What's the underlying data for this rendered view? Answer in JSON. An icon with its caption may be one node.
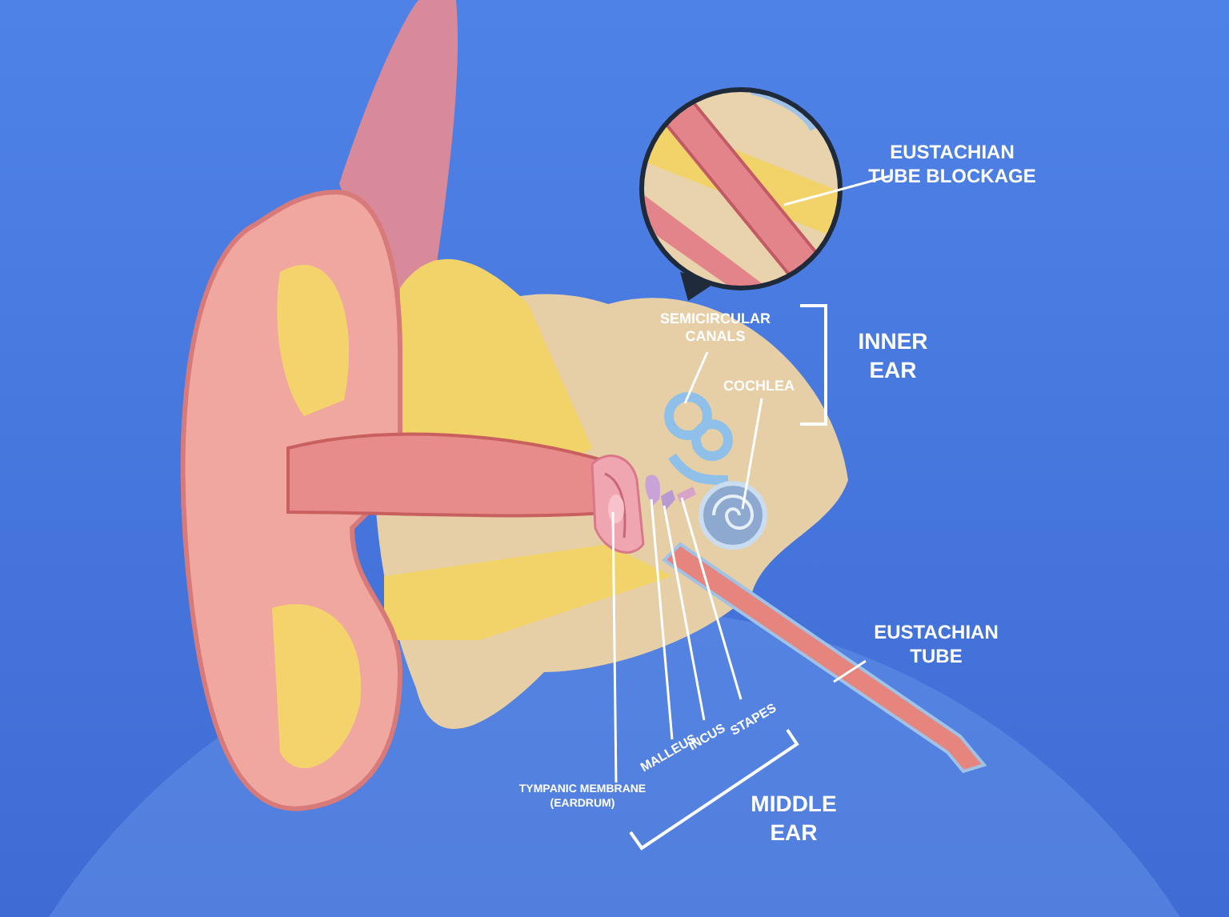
{
  "diagram": {
    "nodes": [
      {
        "text": [
          "EUSTACHIAN TUBE BLOCKAGE"
        ]
      },
      {
        "text": [
          "SEMICIRCULAR CANALS"
        ]
      },
      {
        "text": [
          "COCHLEA"
        ]
      },
      {
        "text": [
          "TYMPANIC MEMBRANE (EARDRUM)"
        ]
      },
      {
        "text": [
          "MALLEUS"
        ]
      },
      {
        "text": [
          "INCUS"
        ]
      },
      {
        "text": [
          "STAPES"
        ]
      },
      {
        "text": [
          "EUSTACHIAN TUBE"
        ]
      },
      {
        "text": [],
        "shape": "picture"
      },
      {
        "text": [],
        "shape": "picture"
      },
      {
        "text": [],
        "shape": "picture"
      },
      {
        "text": [],
        "shape": "picture"
      },
      {
        "text": [],
        "shape": "picture"
      },
      {
        "text": [],
        "shape": "picture"
      },
      {
        "text": [],
        "shape": "picture"
      },
      {
        "text": [],
        "shape": "picture"
      }
    ],
    "edges": [
      {
        "from": 0,
        "to": 8,
        "arrow": "none"
      },
      {
        "from": 1,
        "to": 9,
        "arrow": "none"
      },
      {
        "from": 2,
        "to": 10,
        "arrow": "none"
      },
      {
        "from": 3,
        "to": 11,
        "arrow": "none"
      },
      {
        "from": 4,
        "to": 12,
        "arrow": "none"
      },
      {
        "from": 5,
        "to": 13,
        "arrow": "none"
      },
      {
        "from": 6,
        "to": 14,
        "arrow": "none"
      },
      {
        "from": 7,
        "to": 15,
        "arrow": "none"
      }
    ],
    "labels": [
      "INNER EAR",
      "MIDDLE EAR"
    ]
  }
}
